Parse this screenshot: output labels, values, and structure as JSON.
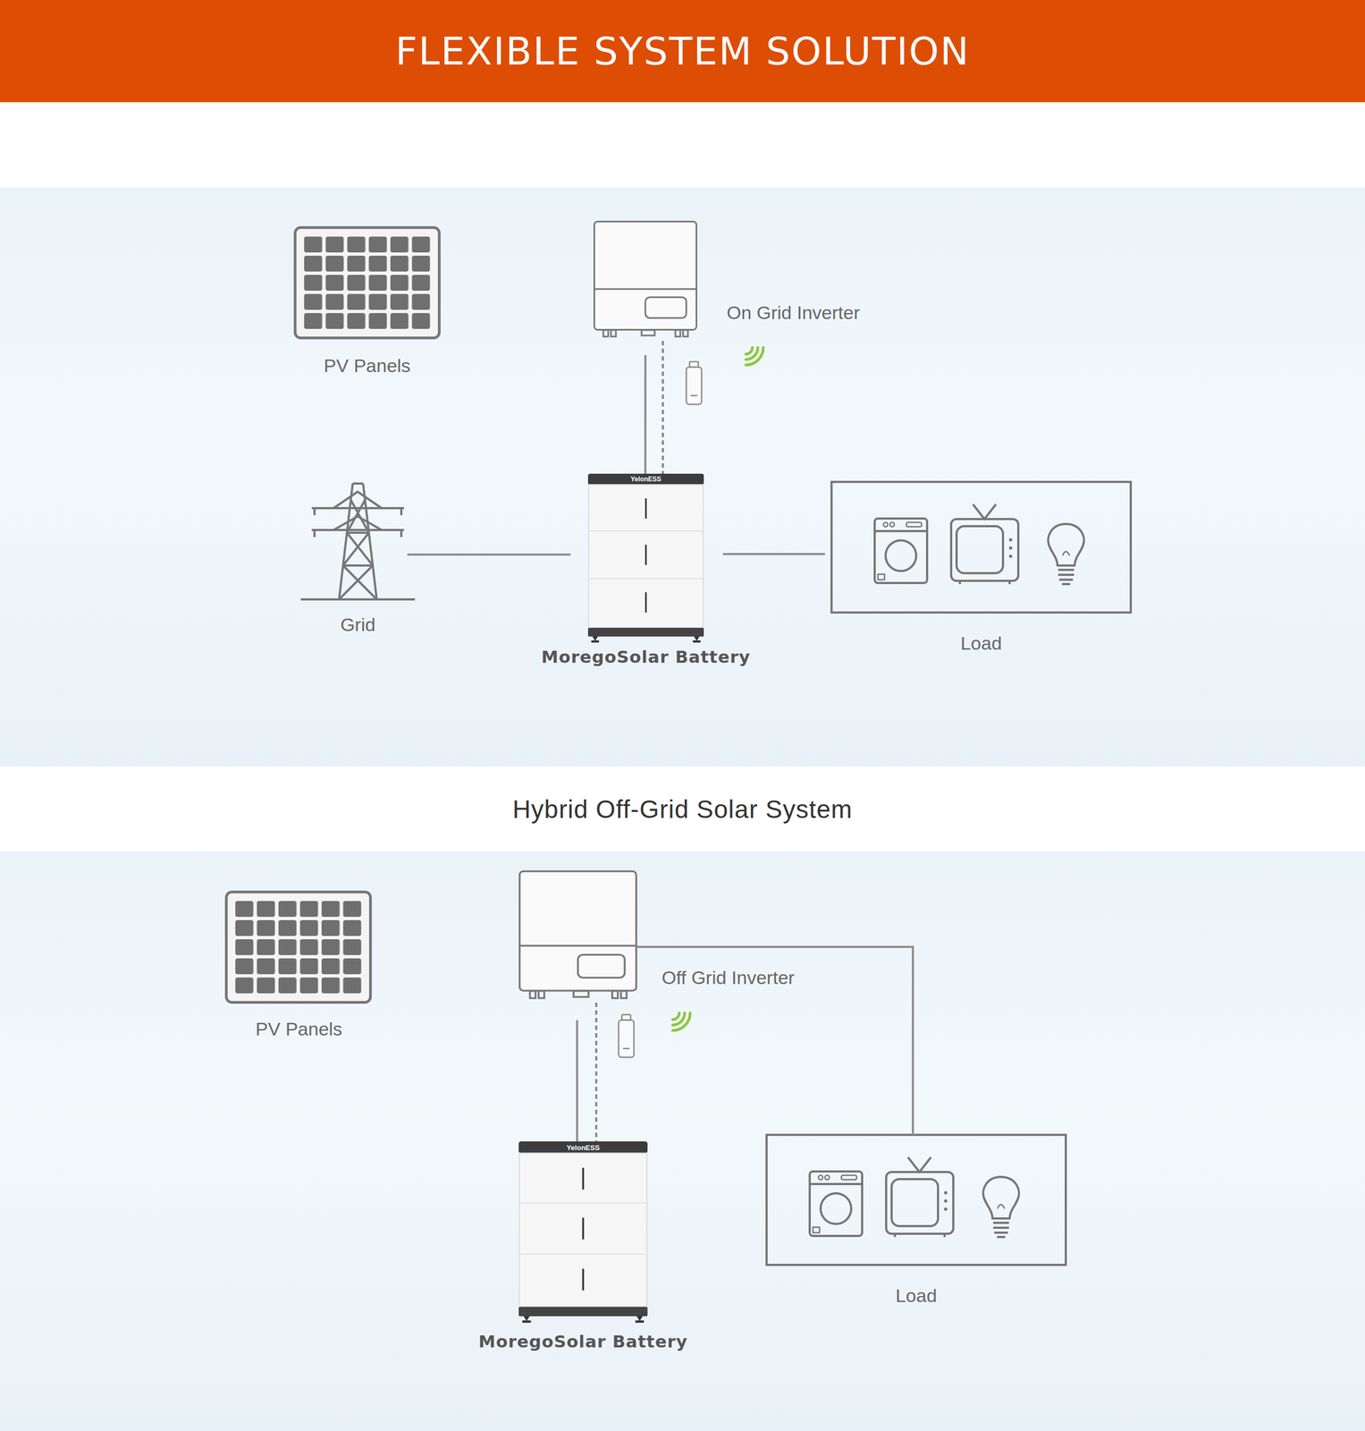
{
  "diagram": {
    "title": "FLEXIBLE SYSTEM SOLUTION",
    "caption": "Hybrid Off-Grid Solar System",
    "nodes": [
      {
        "text": [
          "PV Panels"
        ]
      },
      {
        "text": [
          "On Grid Inverter"
        ]
      },
      {
        "text": [
          "Grid"
        ]
      },
      {
        "text": [
          "MoregoSolar Battery"
        ]
      },
      {
        "text": [
          "Load"
        ]
      },
      {
        "text": [
          "PV Panels"
        ]
      },
      {
        "text": [
          "Off Grid Inverter"
        ]
      },
      {
        "text": [
          "MoregoSolar Battery"
        ]
      },
      {
        "text": [
          "Load"
        ]
      }
    ],
    "edges": [
      {
        "from": 1,
        "to": 3,
        "arrow": "none"
      },
      {
        "from": 1,
        "to": 3,
        "arrow": "none"
      },
      {
        "from": 2,
        "to": 3,
        "arrow": "none"
      },
      {
        "from": 3,
        "to": 4,
        "arrow": "none"
      },
      {
        "from": 6,
        "to": 7,
        "arrow": "none"
      },
      {
        "from": 6,
        "to": 7,
        "arrow": "none"
      },
      {
        "from": 6,
        "to": 8,
        "arrow": "none"
      }
    ],
    "labels": [
      "YelonESS",
      "YelonESS"
    ]
  }
}
